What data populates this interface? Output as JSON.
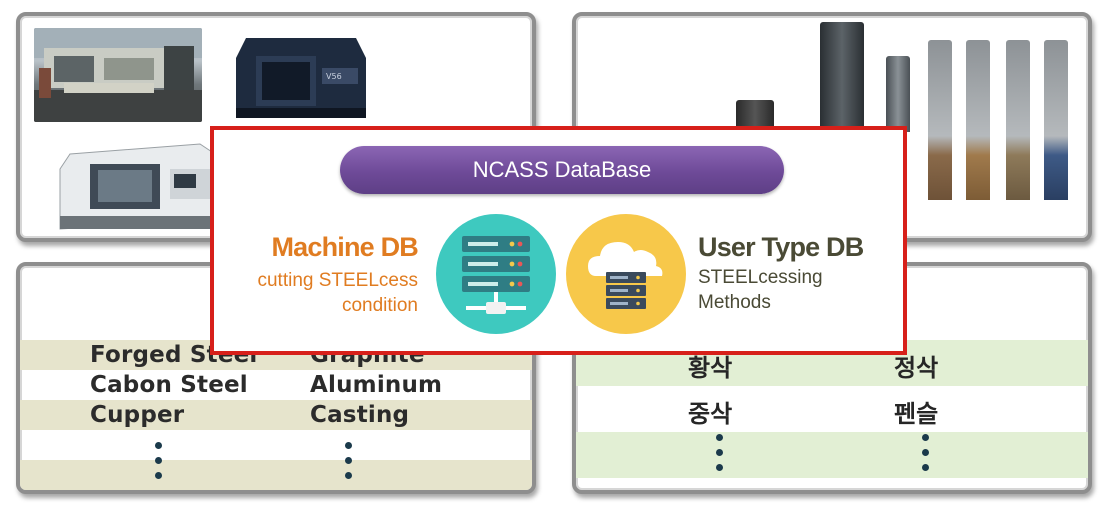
{
  "center": {
    "banner": "NCASS DataBase",
    "machine_db": {
      "title": "Machine DB",
      "line1": "cutting STEELcess",
      "line2": "condition"
    },
    "usertype_db": {
      "title": "User Type DB",
      "line1": "STEELcessing",
      "line2": "Methods"
    }
  },
  "materials": {
    "col1": [
      "Forged Steel",
      "Cabon Steel",
      "Cupper"
    ],
    "col2": [
      "Graphite",
      "Aluminum",
      "Casting"
    ]
  },
  "methods": {
    "col1": [
      "황삭",
      "중삭"
    ],
    "col2": [
      "정삭",
      "펜슬"
    ]
  },
  "colors": {
    "accent_orange": "#e07c21",
    "banner_purple": "#6e4a98",
    "frame_red": "#d7201a",
    "band_beige": "#e6e4cc",
    "band_green": "#e2efd4",
    "server_teal": "#3ec9bf",
    "cloud_yellow": "#f7c84a"
  },
  "icons": [
    "server-rack-icon",
    "cloud-server-icon"
  ]
}
